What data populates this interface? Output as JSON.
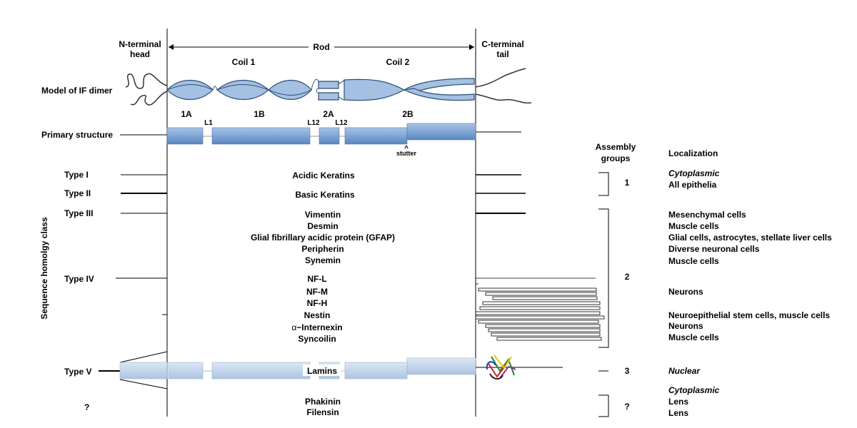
{
  "regions": {
    "n_head": [
      "N-terminal",
      "head"
    ],
    "rod": "Rod",
    "c_tail": [
      "C-terminal",
      "tail"
    ],
    "coil1": "Coil 1",
    "coil2": "Coil 2"
  },
  "row_labels": {
    "model": "Model of IF dimer",
    "primary": "Primary structure"
  },
  "segments": {
    "s1a": "1A",
    "s1b": "1B",
    "s2a": "2A",
    "s2b": "2B",
    "l1": "L1",
    "l12a": "L12",
    "l12b": "L12",
    "stutter_mark": "^",
    "stutter": "stutter"
  },
  "side_axis_label": "Sequence homolgy class",
  "right_headers": {
    "assembly": [
      "Assembly",
      "groups"
    ],
    "localization": "Localization"
  },
  "types": {
    "t1": "Type I",
    "t2": "Type II",
    "t3": "Type III",
    "t4": "Type IV",
    "t5": "Type V",
    "unknown": "?"
  },
  "proteins": {
    "acidic": "Acidic Keratins",
    "basic": "Basic Keratins",
    "vimentin": "Vimentin",
    "desmin": "Desmin",
    "gfap": "Glial fibrillary acidic protein (GFAP)",
    "peripherin": "Peripherin",
    "synemin": "Synemin",
    "nfl": "NF-L",
    "nfm": "NF-M",
    "nfh": "NF-H",
    "nestin": "Nestin",
    "alpha": "α",
    "internexin": "−Internexin",
    "syncoilin": "Syncoilin",
    "lamins": "Lamins",
    "phakinin": "Phakinin",
    "filensin": "Filensin"
  },
  "groups": {
    "g1": "1",
    "g2": "2",
    "g3": "3",
    "gq": "?"
  },
  "localization": {
    "cyto1": "Cytoplasmic",
    "epith": "All epithelia",
    "mesen": "Mesenchymal cells",
    "muscle1": "Muscle cells",
    "glial": "Glial cells, astrocytes, stellate liver cells",
    "diverse": "Diverse neuronal cells",
    "muscle2": "Muscle cells",
    "neurons1": "Neurons",
    "neuroepi": "Neuroepithelial stem cells, muscle cells",
    "neurons2": "Neurons",
    "muscle3": "Muscle cells",
    "nuclear": "Nuclear",
    "cyto2": "Cytoplasmic",
    "lens1": "Lens",
    "lens2": "Lens"
  },
  "colors": {
    "rod_blue": "#7fa6d6",
    "rod_blue_dark": "#4f79b0",
    "lamin_blue": "#c4d6ea",
    "line": "#000000"
  }
}
